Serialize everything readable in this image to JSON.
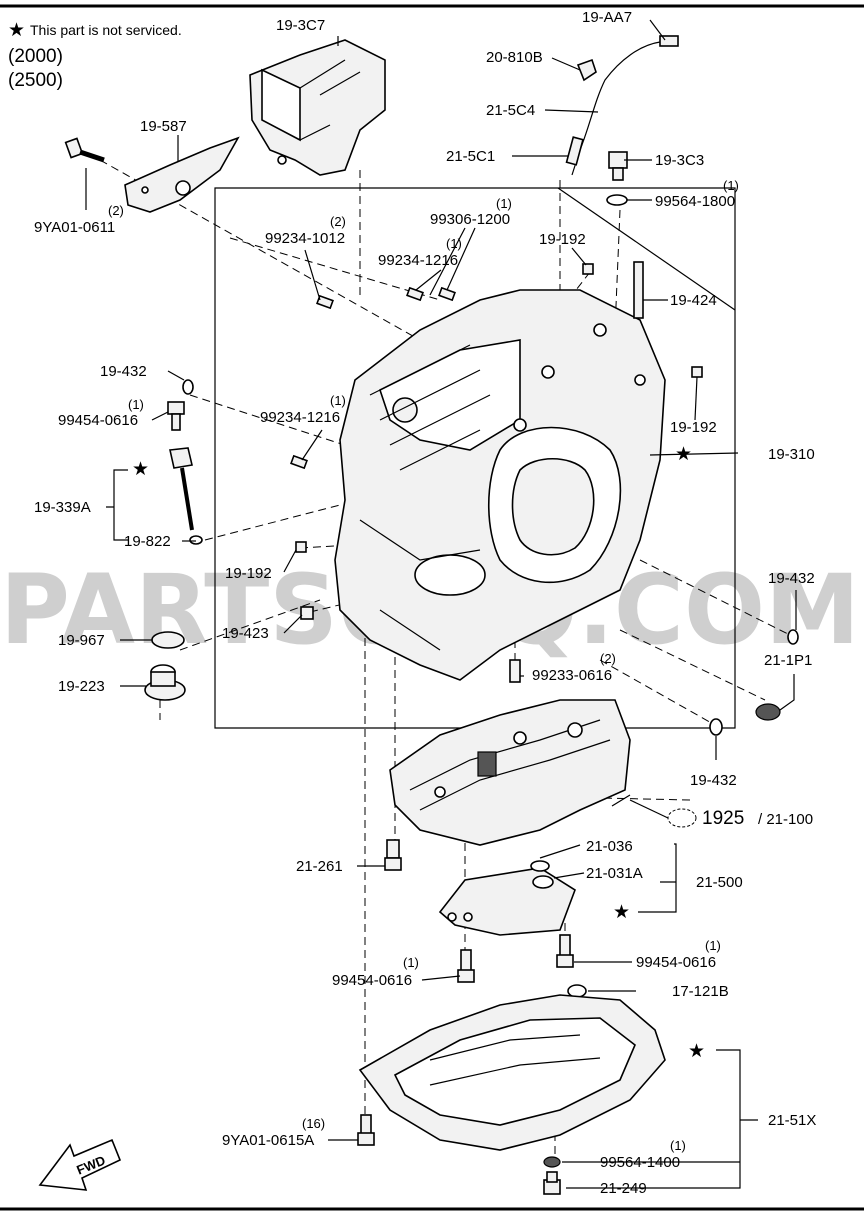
{
  "note": {
    "star": "★",
    "text": "This part is not serviced.",
    "years": [
      "(2000)",
      "(2500)"
    ]
  },
  "watermark": "PARTSOUQ.COM",
  "callouts": [
    {
      "id": "19-3C7",
      "label": "19-3C7",
      "qty": ""
    },
    {
      "id": "19-AA7",
      "label": "19-AA7",
      "qty": ""
    },
    {
      "id": "20-810B",
      "label": "20-810B",
      "qty": ""
    },
    {
      "id": "21-5C4",
      "label": "21-5C4",
      "qty": ""
    },
    {
      "id": "21-5C1",
      "label": "21-5C1",
      "qty": ""
    },
    {
      "id": "19-3C3",
      "label": "19-3C3",
      "qty": ""
    },
    {
      "id": "99564-1800",
      "label": "99564-1800",
      "qty": "(1)"
    },
    {
      "id": "19-587",
      "label": "19-587",
      "qty": ""
    },
    {
      "id": "9YA01-0611",
      "label": "9YA01-0611",
      "qty": "(2)"
    },
    {
      "id": "99306-1200",
      "label": "99306-1200",
      "qty": "(1)"
    },
    {
      "id": "99234-1012",
      "label": "99234-1012",
      "qty": "(2)"
    },
    {
      "id": "99234-1216-a",
      "label": "99234-1216",
      "qty": "(1)"
    },
    {
      "id": "19-192-a",
      "label": "19-192",
      "qty": ""
    },
    {
      "id": "19-424",
      "label": "19-424",
      "qty": ""
    },
    {
      "id": "19-432-a",
      "label": "19-432",
      "qty": ""
    },
    {
      "id": "99454-0616-a",
      "label": "99454-0616",
      "qty": "(1)"
    },
    {
      "id": "99234-1216-b",
      "label": "99234-1216",
      "qty": "(1)"
    },
    {
      "id": "19-192-b",
      "label": "19-192",
      "qty": ""
    },
    {
      "id": "19-310",
      "label": "19-310",
      "qty": ""
    },
    {
      "id": "19-339A",
      "label": "19-339A",
      "qty": ""
    },
    {
      "id": "19-822",
      "label": "19-822",
      "qty": ""
    },
    {
      "id": "19-192-c",
      "label": "19-192",
      "qty": ""
    },
    {
      "id": "19-432-b",
      "label": "19-432",
      "qty": ""
    },
    {
      "id": "19-423",
      "label": "19-423",
      "qty": ""
    },
    {
      "id": "19-967",
      "label": "19-967",
      "qty": ""
    },
    {
      "id": "21-1P1",
      "label": "21-1P1",
      "qty": ""
    },
    {
      "id": "99233-0616",
      "label": "99233-0616",
      "qty": "(2)"
    },
    {
      "id": "19-223",
      "label": "19-223",
      "qty": ""
    },
    {
      "id": "19-432-c",
      "label": "19-432",
      "qty": ""
    },
    {
      "id": "1925",
      "label": "1925",
      "qty": ""
    },
    {
      "id": "21-100",
      "label": "/ 21-100",
      "qty": ""
    },
    {
      "id": "21-036",
      "label": "21-036",
      "qty": ""
    },
    {
      "id": "21-261",
      "label": "21-261",
      "qty": ""
    },
    {
      "id": "21-031A",
      "label": "21-031A",
      "qty": ""
    },
    {
      "id": "21-500",
      "label": "21-500",
      "qty": ""
    },
    {
      "id": "99454-0616-b",
      "label": "99454-0616",
      "qty": "(1)"
    },
    {
      "id": "99454-0616-c",
      "label": "99454-0616",
      "qty": "(1)"
    },
    {
      "id": "17-121B",
      "label": "17-121B",
      "qty": ""
    },
    {
      "id": "21-51X",
      "label": "21-51X",
      "qty": ""
    },
    {
      "id": "9YA01-0615A",
      "label": "9YA01-0615A",
      "qty": "(16)"
    },
    {
      "id": "99564-1400",
      "label": "99564-1400",
      "qty": "(1)"
    },
    {
      "id": "21-249",
      "label": "21-249",
      "qty": ""
    }
  ],
  "stars": [
    "★",
    "★",
    "★",
    "★"
  ],
  "fwd": "FWD"
}
